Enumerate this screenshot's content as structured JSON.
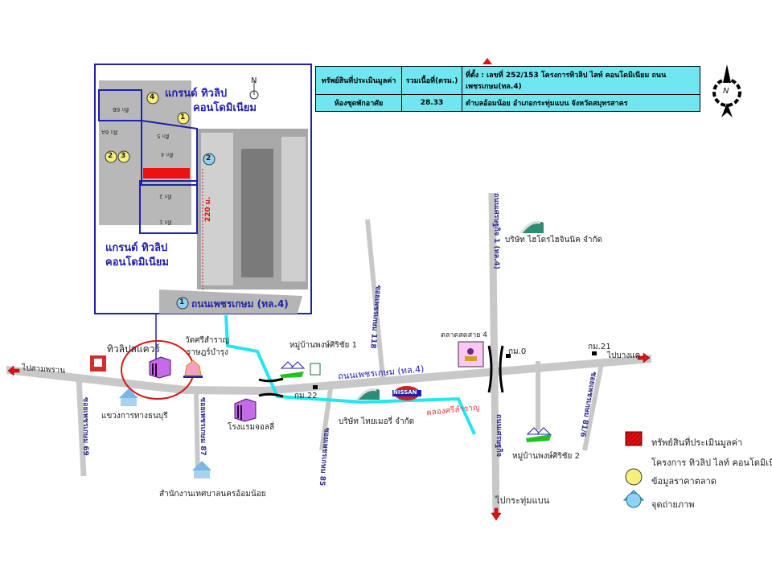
{
  "info_table": {
    "header_asset": "ทรัพย์สินที่ประเมินมูลค่า",
    "header_area": "รวมเนื้อที่(ตรม.)",
    "location_line1": "ที่ตั้ง : เลขที่ 252/153 โครงการทิวลิป ไลท์ คอนโดมิเนียม ถนนเพชรเกษม(ทล.4)",
    "asset_type": "ห้องชุดพักอาศัย",
    "area_value": "28.33",
    "location_line2": "ตำบลอ้อมน้อย อำเภอกระทุ่มแบน จังหวัดสมุทรสาคร"
  },
  "compass": {
    "letter": "N"
  },
  "inset": {
    "north_letter": "N",
    "project_label_top_1": "แกรนด์ ทิวลิป",
    "project_label_top_2": "คอนโดมิเนียม",
    "project_label_bottom_1": "แกรนด์ ทิวลิป",
    "project_label_bottom_2": "คอนโดมิเนียม",
    "distance": "220 ม.",
    "road_label": "ถนนเพชรเกษม (ทล.4)",
    "buildings": [
      "ตึก 6B",
      "ตึก 6A",
      "ตึก 5",
      "ตึก 4",
      "ตึก 2",
      "ตึก 1"
    ],
    "market_markers": [
      "4",
      "1",
      "2",
      "3"
    ],
    "photo_markers": [
      "2",
      "1"
    ]
  },
  "map": {
    "main_road": "ถนนเพชรเกษม (ทล.4)",
    "to_sam_phran": "ไปสามพราน",
    "to_bang_khae": "ไปบางแค",
    "to_krathum_baen": "ไปกระทุ่มแบน",
    "canal": "คลองศรีลำราญ",
    "soi_69": "ซอยเพชรเกษม 69",
    "soi_87": "ซอยเพชรเกษม 87",
    "soi_85": "ซอยเพชรเกษม 85",
    "soi_118": "ซอยเพชรเกษม 118",
    "soi_81_6": "ซอยเพชรเกษม 81/6",
    "road_4_side": "ถนนเศรษฐกิจ 1 (ทล.4)",
    "road_south": "ถนนเศรษฐกิจ",
    "km22": "กม.22",
    "km0": "กม.0",
    "km21": "กม.21",
    "places": {
      "tulip_square": "ทิวลิปสแควร์",
      "wat": "วัดศรีสำราญ ราษฎร์บำรุง",
      "wat_line1": "วัดศรีสำราญ",
      "wat_line2": "ราษฎร์บำรุง",
      "highway_office": "แขวงการทางธนบุรี",
      "hotel": "โรงแรมจอลลี่",
      "municipality": "สำนักงานเทศบาลนครอ้อมน้อย",
      "village1": "หมู่บ้านพงษ์ศิริชัย 1",
      "village2": "หมู่บ้านพงษ์ศิริชัย 2",
      "thai_mary": "บริษัท ไทยเมอรี่ จำกัด",
      "market": "ตลาดสดสาย 4",
      "hydro": "บริษัท ไฮโดรไฮจินนิค จำกัด",
      "nissan": "NISSAN"
    }
  },
  "legend": {
    "asset": "ทรัพย์สินที่ประเมินมูลค่า",
    "project": "โครงการ ทิวลิป ไลท์ คอนโดมิเนียม",
    "market_data": "ข้อมูลราคาตลาด",
    "photo_point": "จุดถ่ายภาพ"
  },
  "colors": {
    "road": "#c8c8c8",
    "canal": "#22e6f0",
    "inset_border": "#1f1fb0",
    "asset_red": "#ee1111",
    "table_bg": "#6fe6f0",
    "marker_yellow": "#f6f07a",
    "marker_blue": "#8fd3f2"
  }
}
